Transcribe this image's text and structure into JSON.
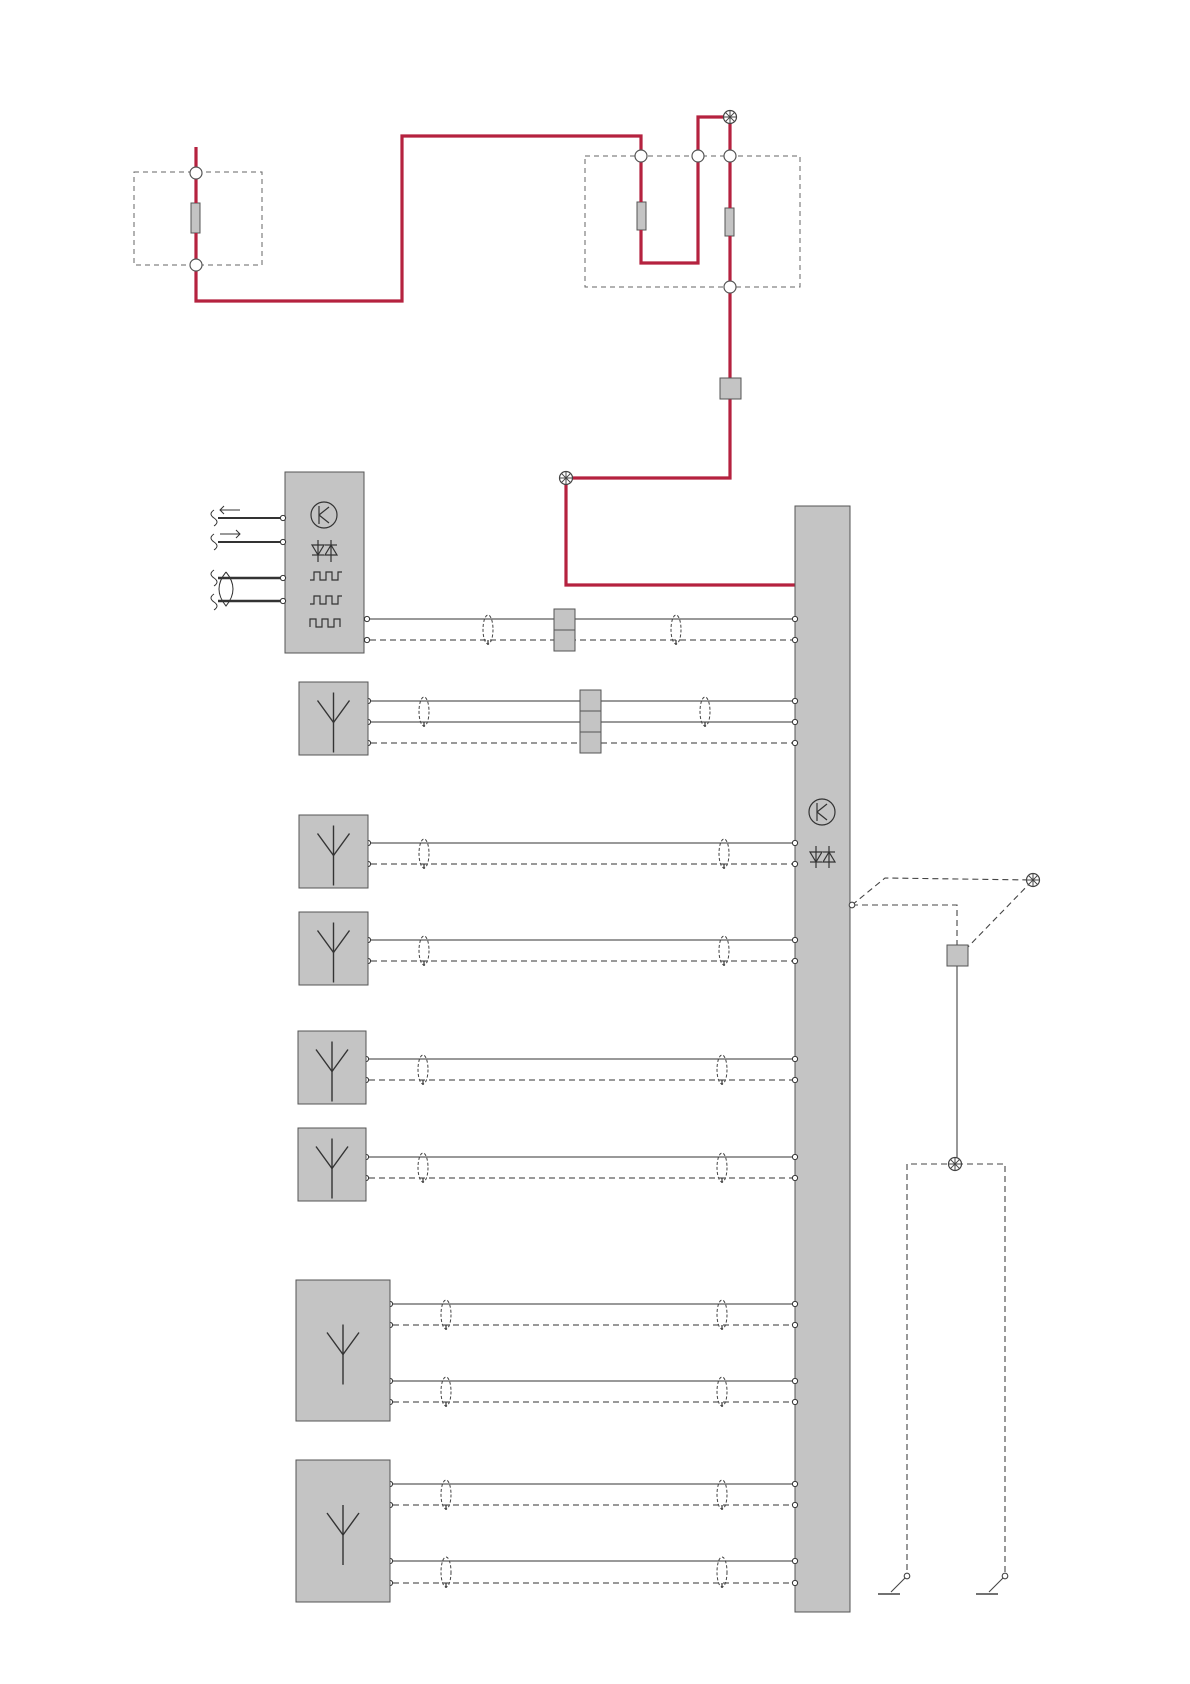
{
  "colors": {
    "power_wire": "#b5223f",
    "signal_wire": "#333333",
    "module_fill": "#c4c4c4",
    "module_stroke": "#555555",
    "fuse_box_outline": "#666666",
    "background": "#ffffff"
  },
  "icons": {
    "transistor": "transistor-icon",
    "diode_pair": "diode-pair-icon",
    "pulse_signal": "square-wave-icon",
    "antenna": "antenna-icon",
    "splice": "splice-icon",
    "ground": "ground-icon",
    "twisted_pair": "twisted-pair-icon"
  },
  "diagram": {
    "fuse_boxes": [
      {
        "fuses": 1
      },
      {
        "fuses": 2
      }
    ],
    "main_module": {
      "symbols": [
        "transistor",
        "diode_pair"
      ]
    },
    "input_module": {
      "symbols": [
        "transistor",
        "diode_pair",
        "pulse",
        "pulse",
        "pulse"
      ],
      "inputs": 4
    },
    "antenna_units": [
      {
        "wires": 3
      },
      {
        "wires": 2
      },
      {
        "wires": 2
      },
      {
        "wires": 2
      },
      {
        "wires": 2
      },
      {
        "wires": 4
      },
      {
        "wires": 4
      }
    ],
    "ground_points": 2
  }
}
